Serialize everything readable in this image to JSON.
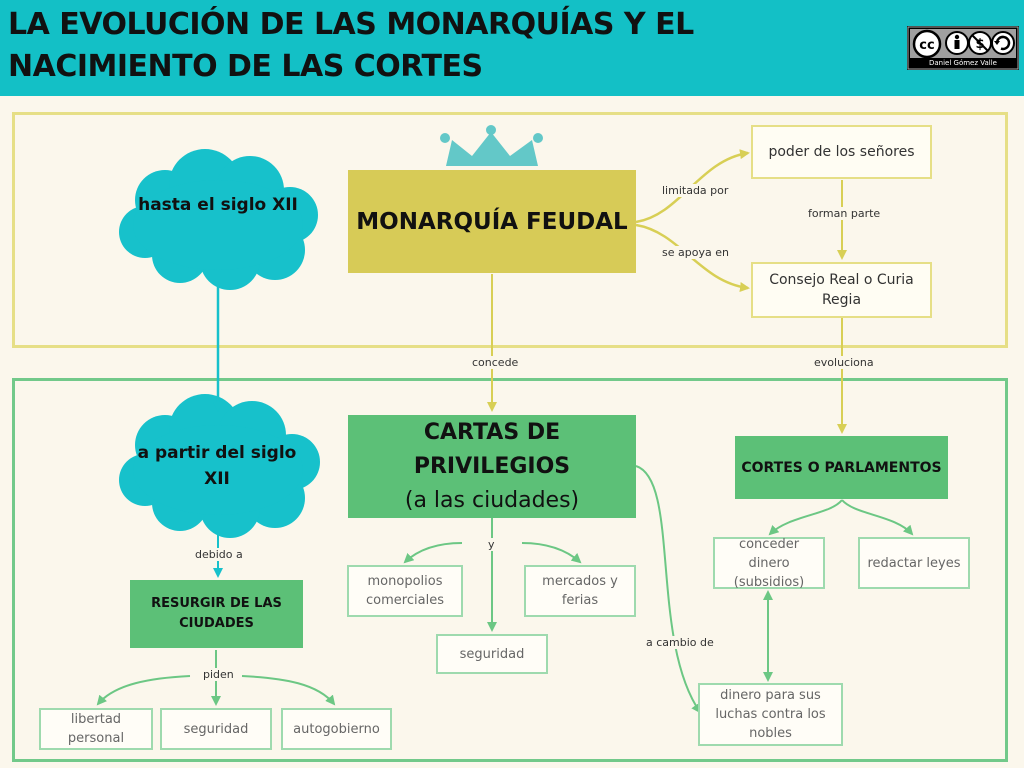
{
  "header": {
    "title": "LA EVOLUCIÓN DE LAS MONARQUÍAS Y EL NACIMIENTO DE LAS CORTES",
    "license_author": "Daniel Gómez Valle"
  },
  "nodes": {
    "hasta_siglo": "hasta el siglo XII",
    "monarquia_feudal": "MONARQUÍA FEUDAL",
    "poder_senores": "poder de los señores",
    "consejo_real": "Consejo Real o Curia Regia",
    "a_partir_siglo": "a partir del siglo XII",
    "cartas": "CARTAS DE PRIVILEGIOS",
    "cartas_sub": "(a las ciudades)",
    "cortes": "CORTES O PARLAMENTOS",
    "resurgir": "RESURGIR DE LAS CIUDADES",
    "monopolios": "monopolios comerciales",
    "mercados": "mercados y ferias",
    "seguridad_cartas": "seguridad",
    "conceder_dinero": "conceder dinero (subsidios)",
    "redactar_leyes": "redactar leyes",
    "dinero_luchas": "dinero para sus luchas contra los nobles",
    "libertad": "libertad personal",
    "seguridad_resurgir": "seguridad",
    "autogobierno": "autogobierno"
  },
  "links": {
    "limitada_por": "limitada por",
    "se_apoya_en": "se apoya en",
    "forman_parte": "forman parte",
    "concede": "concede",
    "evoluciona": "evoluciona",
    "debido_a": "debido a",
    "y": "y",
    "a_cambio_de": "a cambio de",
    "piden": "piden"
  },
  "icons": {
    "crown": "crown-icon",
    "license": "cc-by-nc-sa-icon"
  },
  "colors": {
    "header": "#13c0c6",
    "yellow": "#d7cb57",
    "yellow_line": "#e6df86",
    "green": "#5cc077",
    "green_line": "#72c98a",
    "cloud": "#17c1cb",
    "crown": "#63c8c8"
  }
}
